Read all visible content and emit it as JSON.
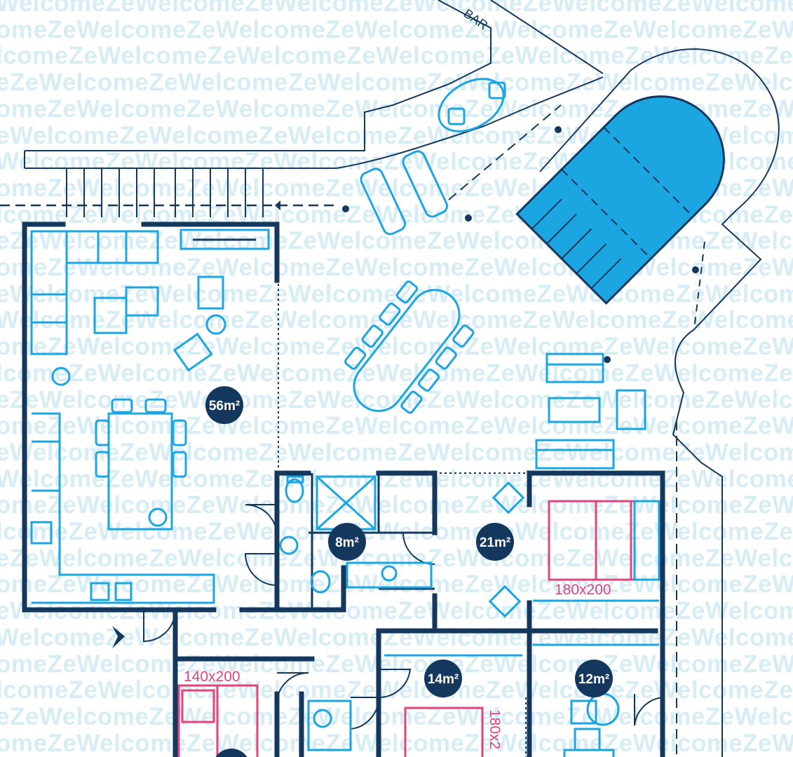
{
  "watermark": {
    "text": "WelcomeZe",
    "color": "#d7edf5"
  },
  "colors": {
    "wall": "#14375e",
    "furniture": "#1ba6e1",
    "pool": "#1ba6e1",
    "bed_accent": "#e0457b",
    "badge_bg": "#14375e",
    "badge_text": "#ffffff"
  },
  "rooms": [
    {
      "id": "living",
      "area": "56m²"
    },
    {
      "id": "bathroom",
      "area": "8m²"
    },
    {
      "id": "bedroom-1",
      "area": "21m²"
    },
    {
      "id": "bedroom-2",
      "area": "14m²"
    },
    {
      "id": "bedroom-3",
      "area": "12m²"
    }
  ],
  "labels": {
    "bar": "BAR",
    "bed_main": "180x200",
    "bed_left": "140x200",
    "bed_rotated": "180x2"
  }
}
